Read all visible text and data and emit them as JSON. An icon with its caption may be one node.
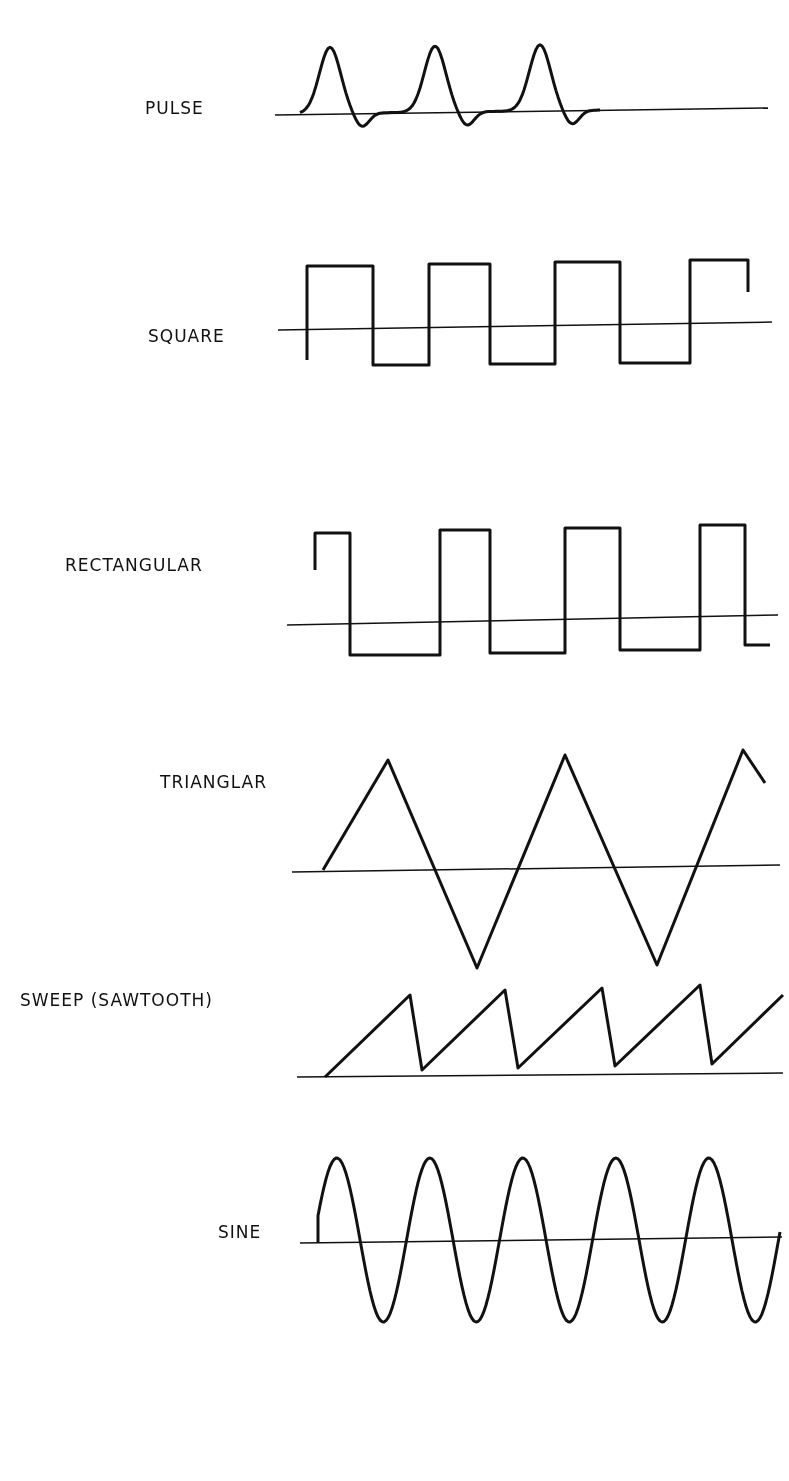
{
  "diagram": {
    "labels": [
      "PULSE",
      "SQUARE",
      "RECTANGULAR",
      "TRIANGLAR",
      "SWEEP (SAWTOOTH)",
      "SINE"
    ]
  }
}
